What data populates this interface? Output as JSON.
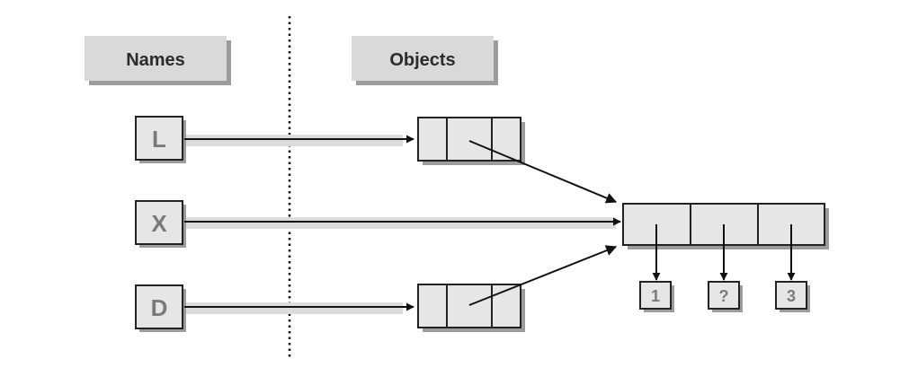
{
  "headers": {
    "names": "Names",
    "objects": "Objects"
  },
  "names": [
    "L",
    "X",
    "D"
  ],
  "list_values": [
    "1",
    "?",
    "3"
  ]
}
